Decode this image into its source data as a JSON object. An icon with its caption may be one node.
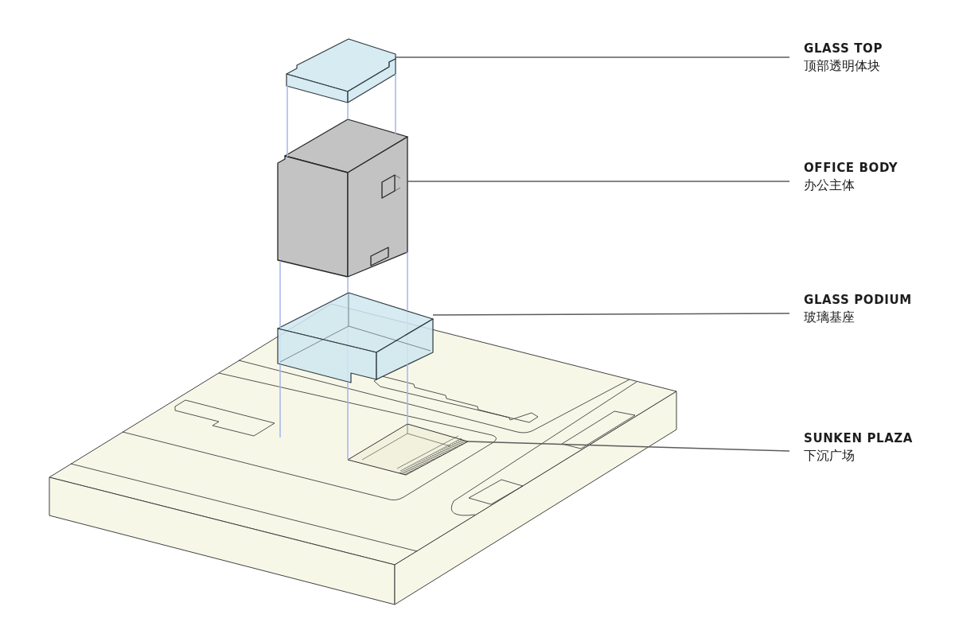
{
  "diagram": {
    "nodes": [
      {
        "text": [
          "GLASS TOP",
          "顶部透明体块"
        ]
      },
      {
        "text": [
          "OFFICE BODY",
          "办公主体"
        ]
      },
      {
        "text": [
          "GLASS PODIUM",
          "玻璃基座"
        ]
      },
      {
        "text": [
          "SUNKEN PLAZA",
          "下沉广场"
        ]
      },
      {
        "text": [],
        "shape": "box"
      },
      {
        "text": [],
        "shape": "box"
      },
      {
        "text": [],
        "shape": "box"
      },
      {
        "text": [],
        "shape": "box"
      }
    ],
    "edges": [
      {
        "from": 0,
        "to": 4,
        "arrow": "none",
        "color": "#5c5c5c"
      },
      {
        "from": 1,
        "to": 5,
        "arrow": "none",
        "color": "#5c5c5c"
      },
      {
        "from": 2,
        "to": 6,
        "arrow": "none",
        "color": "#5c5c5c"
      },
      {
        "from": 3,
        "to": 7,
        "arrow": "none",
        "color": "#5c5c5c"
      },
      {
        "from": 4,
        "to": 5,
        "arrow": "none"
      },
      {
        "from": 4,
        "to": 5,
        "arrow": "none"
      },
      {
        "from": 4,
        "to": 5,
        "arrow": "none"
      },
      {
        "from": 5,
        "to": 6,
        "arrow": "none"
      },
      {
        "from": 5,
        "to": 6,
        "arrow": "none"
      },
      {
        "from": 5,
        "to": 6,
        "arrow": "none"
      },
      {
        "from": 6,
        "to": null,
        "arrow": "none"
      },
      {
        "from": 6,
        "to": 7,
        "arrow": "none"
      },
      {
        "from": 6,
        "to": 7,
        "arrow": "none"
      }
    ]
  }
}
